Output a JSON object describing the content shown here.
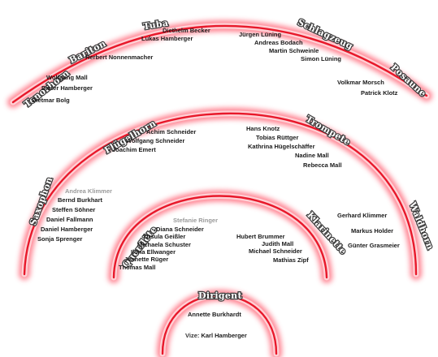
{
  "sections": {
    "tuba": "Tuba",
    "bariton": "Bariton",
    "schlagzeug": "Schlagzeug",
    "tenorhorn": "Tenorhorn",
    "posaune": "Posaune",
    "fluegelhorn": "Flügelhorn",
    "trompete": "Trompete",
    "saxophon": "Saxophon",
    "waldhorn": "Waldhorn",
    "querfloete": "Querflöte",
    "klarinette": "Klarinette",
    "dirigent": "Dirigent"
  },
  "members": {
    "tuba": [
      "Diethelm Becker",
      "Lukas Hamberger"
    ],
    "bariton": [
      "Herbert Nonnenmacher"
    ],
    "schlagzeug": [
      "Jürgen Lüning",
      "Andreas Bodach",
      "Martin Schweinle",
      "Simon Lüning"
    ],
    "tenorhorn": [
      "Wolfgang Mall",
      "Dieter Hamberger",
      "Dietmar Bolg"
    ],
    "posaune": [
      "Volkmar Morsch",
      "Patrick Klotz"
    ],
    "fluegelhorn": [
      "Achim Schneider",
      "Wolfgang Schneider",
      "Joachim Emert"
    ],
    "trompete": [
      "Hans Knotz",
      "Tobias Rüttger",
      "Kathrina Hügelschäffer",
      "Nadine Mall",
      "Rebecca Mall"
    ],
    "saxophon": [
      "Andrea Klimmer",
      "Bernd Burkhart",
      "Steffen Söhner",
      "Daniel Fallmann",
      "Daniel Hamberger",
      "Sonja Sprenger"
    ],
    "waldhorn": [
      "Gerhard Klimmer",
      "Markus Holder",
      "Günter Grasmeier"
    ],
    "querfloete": [
      "Stefanie Ringer",
      "Diana Schneider",
      "Ursula Geißler",
      "Michaela Schuster",
      "Ilona Ellwanger",
      "Jeanette Rüger",
      "Thomas Mall"
    ],
    "klarinette": [
      "Hubert Brummer",
      "Judith Mall",
      "Michael Schneider",
      "Mathias Zipf"
    ],
    "dirigent": [
      "Annette Burkhardt"
    ]
  },
  "vize": {
    "prefix": "Vize:",
    "name": "Karl Hamberger"
  },
  "colors": {
    "arc_core": "#e8182a",
    "arc_glow": "#ff6d78",
    "label_fill": "#ffffff",
    "label_outline": "#3a3a3a",
    "highlighted_name": "#9a9a9a"
  }
}
